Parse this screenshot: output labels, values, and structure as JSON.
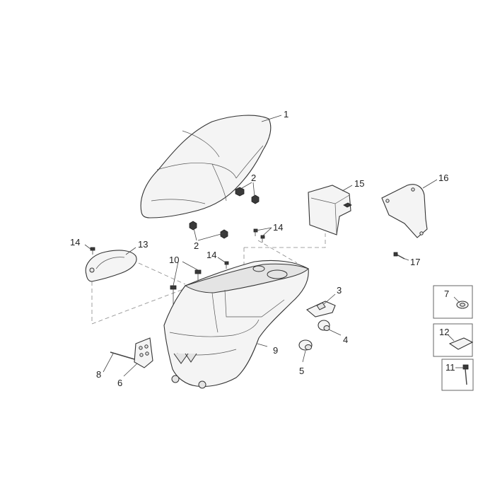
{
  "labels": {
    "p1": "1",
    "p2a": "2",
    "p2b": "2",
    "p3": "3",
    "p4": "4",
    "p5": "5",
    "p6": "6",
    "p7": "7",
    "p8": "8",
    "p9": "9",
    "p10": "10",
    "p11": "11",
    "p12": "12",
    "p13": "13",
    "p14a": "14",
    "p14b": "14",
    "p14c": "14",
    "p15": "15",
    "p16": "16",
    "p17": "17"
  }
}
